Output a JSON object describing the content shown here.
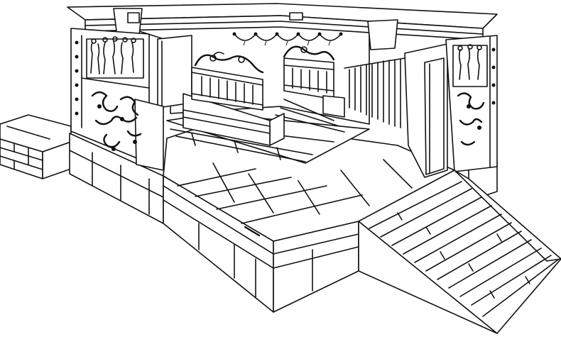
{
  "image": {
    "kind": "line-drawing",
    "subject": "altar-enclosure",
    "ink_color": "#111111",
    "paper_color": "#ffffff"
  },
  "elements": {
    "relief_icon": "figure-relief",
    "scroll_icon": "vine-scroll",
    "garland_icon": "garland"
  }
}
